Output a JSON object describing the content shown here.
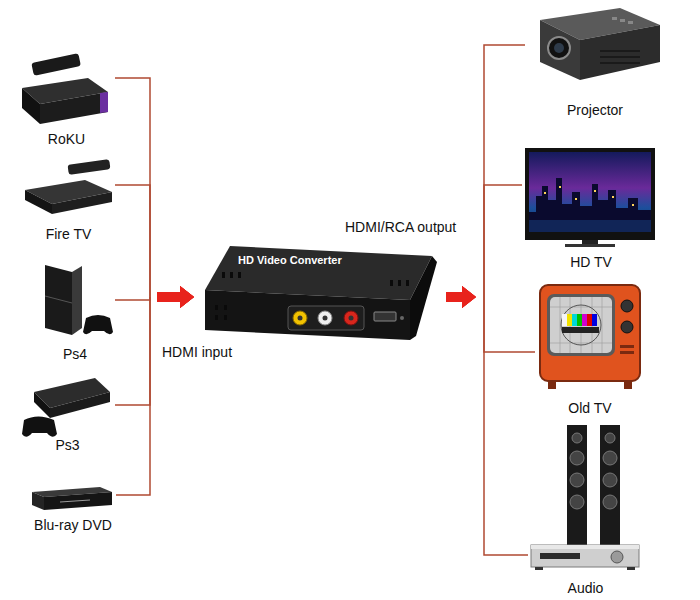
{
  "diagram": {
    "nodes": [
      {
        "text": [
          "RoKU"
        ]
      },
      {
        "text": [
          "Fire TV"
        ]
      },
      {
        "text": [
          "Ps4"
        ]
      },
      {
        "text": [
          "Ps3"
        ]
      },
      {
        "text": [
          "Blu-ray DVD"
        ]
      },
      {
        "text": [
          "HD Video Converter"
        ]
      },
      {
        "text": [
          "Projector"
        ]
      },
      {
        "text": [
          "HD TV"
        ]
      },
      {
        "text": [
          "Old TV"
        ]
      },
      {
        "text": [
          "Audio"
        ]
      }
    ],
    "edges": [
      {
        "from": 0,
        "to": 5,
        "arrow": "to"
      },
      {
        "from": 1,
        "to": 5,
        "arrow": "to"
      },
      {
        "from": 2,
        "to": 5,
        "arrow": "to"
      },
      {
        "from": 3,
        "to": 5,
        "arrow": "to"
      },
      {
        "from": 4,
        "to": 5,
        "arrow": "to"
      },
      {
        "from": 5,
        "to": 6,
        "arrow": "to"
      },
      {
        "from": 5,
        "to": 7,
        "arrow": "to"
      },
      {
        "from": 5,
        "to": 8,
        "arrow": "to"
      },
      {
        "from": 5,
        "to": 9,
        "arrow": "to"
      }
    ],
    "labels": [
      "HDMI input",
      "HDMI/RCA output"
    ]
  }
}
